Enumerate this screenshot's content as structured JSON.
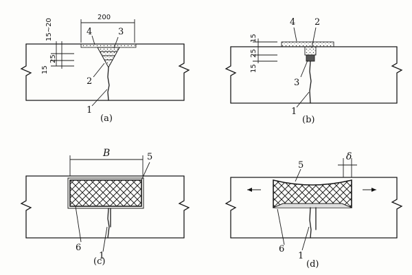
{
  "panel_a": {
    "caption": "(a)",
    "width_dim": "200",
    "top_dim": "15~20",
    "dim_25": "25",
    "dim_15": "15",
    "labels": {
      "n1": "1",
      "n2": "2",
      "n3": "3",
      "n4": "4"
    }
  },
  "panel_b": {
    "caption": "(b)",
    "top_dim": "15",
    "dim_25": "25",
    "dim_15": "15",
    "labels": {
      "n1": "1",
      "n2": "2",
      "n3": "3",
      "n4": "4"
    }
  },
  "panel_c": {
    "caption": "(c)",
    "width_dim": "B",
    "labels": {
      "n1": "1",
      "n5": "5",
      "n6": "6"
    }
  },
  "panel_d": {
    "caption": "(d)",
    "gap_dim": "δ",
    "labels": {
      "n1": "1",
      "n5": "5",
      "n6": "6"
    }
  }
}
